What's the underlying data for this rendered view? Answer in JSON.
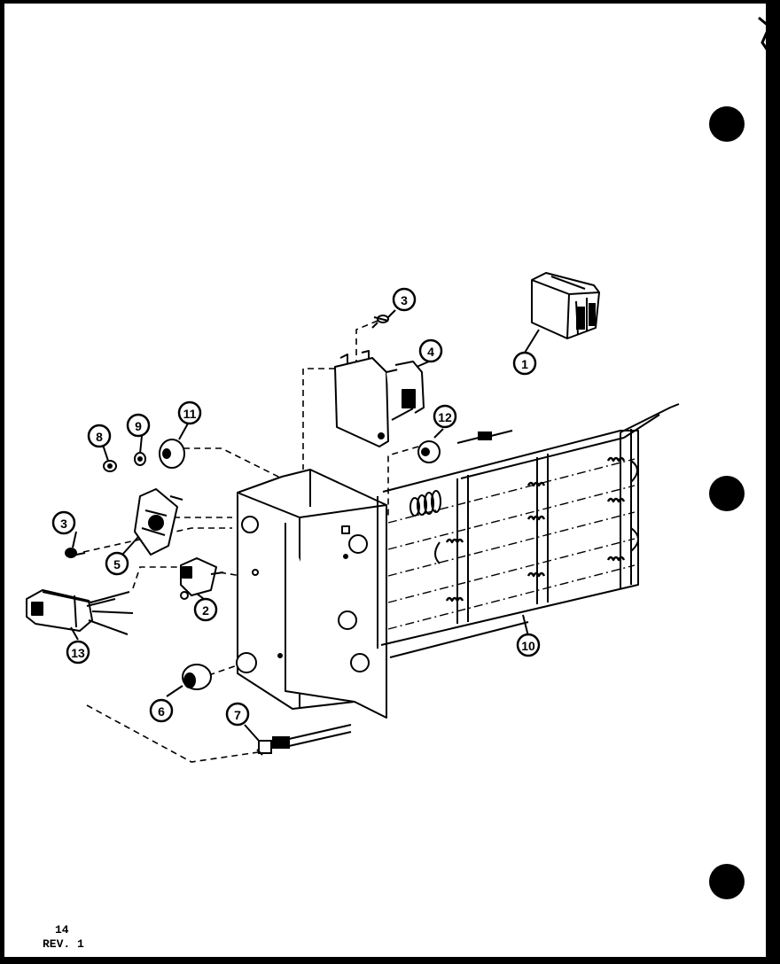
{
  "page": {
    "number": "14",
    "revision": "REV. 1"
  },
  "callouts": [
    "1",
    "2",
    "3",
    "3",
    "4",
    "5",
    "6",
    "7",
    "8",
    "9",
    "10",
    "11",
    "12",
    "13"
  ],
  "colors": {
    "ink": "#000000",
    "paper": "#ffffff",
    "frame": "#000000"
  },
  "icons": [
    "binder-hole-icon"
  ]
}
